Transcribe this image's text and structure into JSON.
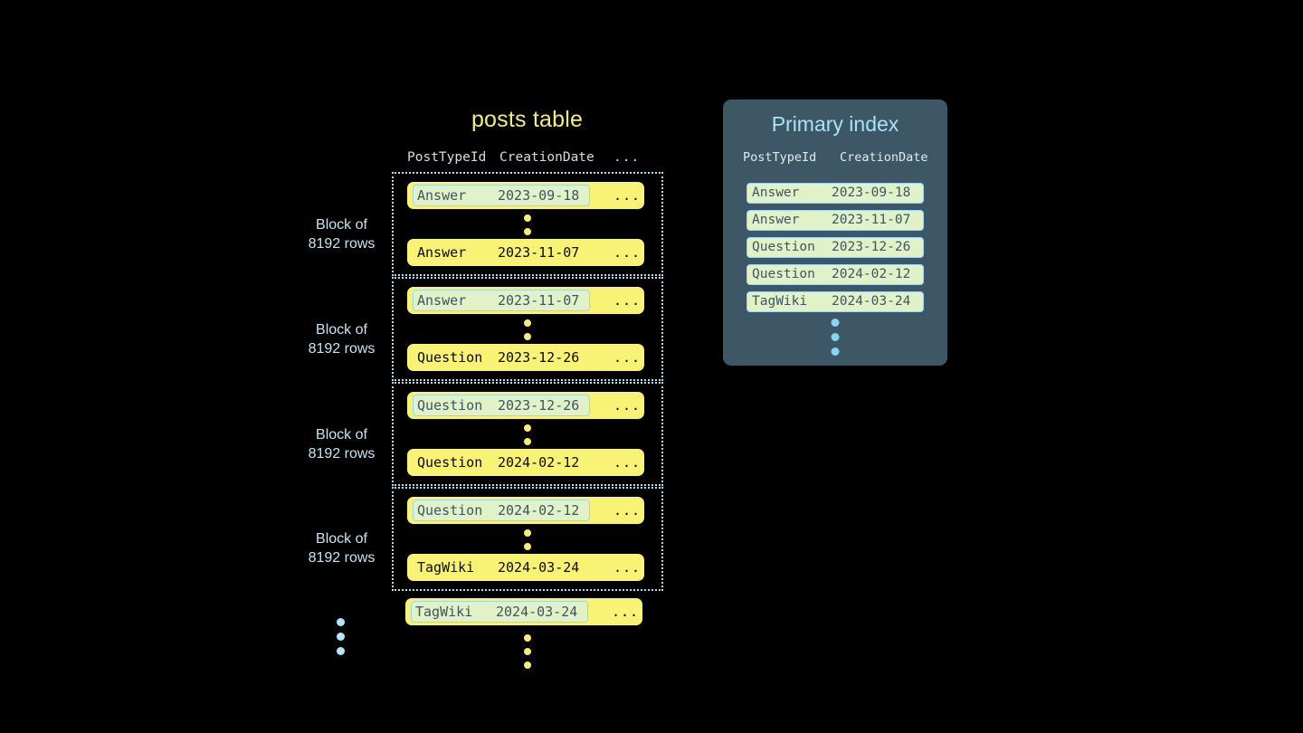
{
  "posts_table": {
    "title": "posts table",
    "columns": [
      "PostTypeId",
      "CreationDate",
      "..."
    ],
    "blocks": [
      {
        "caption_line1": "Block of",
        "caption_line2": "8192 rows",
        "first_row": {
          "type": "Answer",
          "date": "2023-09-18",
          "more": "...",
          "highlighted": true
        },
        "last_row": {
          "type": "Answer",
          "date": "2023-11-07",
          "more": "...",
          "highlighted": false
        }
      },
      {
        "caption_line1": "Block of",
        "caption_line2": "8192 rows",
        "first_row": {
          "type": "Answer",
          "date": "2023-11-07",
          "more": "...",
          "highlighted": true
        },
        "last_row": {
          "type": "Question",
          "date": "2023-12-26",
          "more": "...",
          "highlighted": false
        }
      },
      {
        "caption_line1": "Block of",
        "caption_line2": "8192 rows",
        "first_row": {
          "type": "Question",
          "date": "2023-12-26",
          "more": "...",
          "highlighted": true
        },
        "last_row": {
          "type": "Question",
          "date": "2024-02-12",
          "more": "...",
          "highlighted": false
        }
      },
      {
        "caption_line1": "Block of",
        "caption_line2": "8192 rows",
        "first_row": {
          "type": "Question",
          "date": "2024-02-12",
          "more": "...",
          "highlighted": true
        },
        "last_row": {
          "type": "TagWiki",
          "date": "2024-03-24",
          "more": "...",
          "highlighted": false
        }
      }
    ],
    "trailing_row": {
      "type": "TagWiki",
      "date": "2024-03-24",
      "more": "...",
      "highlighted": true
    }
  },
  "primary_index": {
    "title": "Primary index",
    "columns": [
      "PostTypeId",
      "CreationDate"
    ],
    "rows": [
      {
        "type": "Answer",
        "date": "2023-09-18"
      },
      {
        "type": "Answer",
        "date": "2023-11-07"
      },
      {
        "type": "Question",
        "date": "2023-12-26"
      },
      {
        "type": "Question",
        "date": "2024-02-12"
      },
      {
        "type": "TagWiki",
        "date": "2024-03-24"
      }
    ]
  },
  "colors": {
    "background": "#000000",
    "row_yellow": "#f9f375",
    "highlight_green": "#e2f2c8",
    "highlight_border": "#9fd4ea",
    "panel_slate": "#3d5767",
    "accent_blue": "#a7e4f6",
    "title_yellow": "#f2f07a",
    "dot_yellow": "#f6ee72",
    "dot_blue": "#8bd3ef"
  }
}
